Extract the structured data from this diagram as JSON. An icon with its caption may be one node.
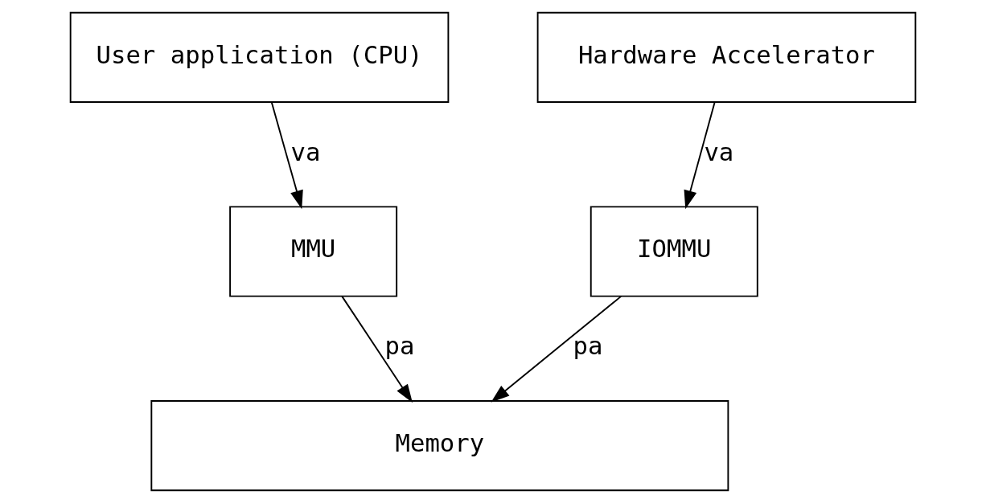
{
  "diagram": {
    "nodes": [
      {
        "text": [
          "User application (CPU)"
        ]
      },
      {
        "text": [
          "Hardware Accelerator"
        ]
      },
      {
        "text": [
          "MMU"
        ]
      },
      {
        "text": [
          "IOMMU"
        ]
      },
      {
        "text": [
          "Memory"
        ]
      }
    ],
    "edges": [
      {
        "from": 0,
        "to": 2,
        "arrow": "to",
        "label": "va"
      },
      {
        "from": 1,
        "to": 3,
        "arrow": "to",
        "label": "va"
      },
      {
        "from": 2,
        "to": 4,
        "arrow": "to",
        "label": "pa"
      },
      {
        "from": 3,
        "to": 4,
        "arrow": "to",
        "label": "pa"
      }
    ]
  }
}
